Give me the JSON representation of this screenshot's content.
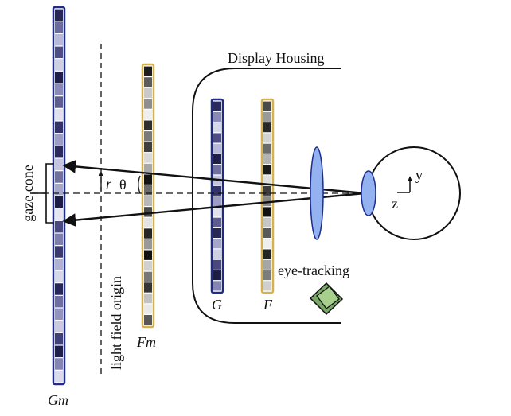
{
  "labels": {
    "display_housing": "Display Housing",
    "gaze_cone": "gaze cone",
    "light_field_origin": "light field origin",
    "eye_tracking": "eye-tracking",
    "r": "r",
    "theta": "θ",
    "y_axis": "y",
    "z_axis": "z",
    "gm": "Gm",
    "fm": "Fm",
    "g": "G",
    "f": "F"
  },
  "colors": {
    "blue_frame": "#1f2a8a",
    "gold_frame": "#d4b44a",
    "lens_fill": "#93b2ef",
    "lens_stroke": "#1b2e8f",
    "tracker_fill": "#a8d08d",
    "line": "#111111"
  },
  "panels": [
    {
      "id": "gm",
      "frame": "blue",
      "cells": [
        "#272755",
        "#6a6a9c",
        "#b8b8d8",
        "#4e4e84",
        "#cfcfe4",
        "#1e1e48",
        "#8a8ab8",
        "#5d5d90",
        "#e1e1ee",
        "#33336a",
        "#9c9cc4",
        "#2a2a5c",
        "#c4c4de",
        "#70709f",
        "#a6a6ca",
        "#1c1c44",
        "#e6e6f2",
        "#494980",
        "#7f7fae",
        "#3a3a70",
        "#b0b0d2",
        "#d7d7ea",
        "#262658",
        "#6e6ea2",
        "#9393bf",
        "#c9c9e2",
        "#41417a",
        "#1f1f4c",
        "#8585b4",
        "#dadaec"
      ]
    },
    {
      "id": "fm",
      "frame": "gold",
      "cells": [
        "#1d1d1d",
        "#5c5c5c",
        "#c9c9c9",
        "#8f8f8f",
        "#eeeeee",
        "#2e2e2e",
        "#7a7a7a",
        "#3f3f3f",
        "#d9d9d9",
        "#a8a8a8",
        "#141414",
        "#6b6b6b",
        "#b8b8b8",
        "#4a4a4a",
        "#e3e3e3",
        "#262626",
        "#999999",
        "#111111",
        "#d0d0d0",
        "#777777",
        "#363636",
        "#c2c2c2",
        "#e9e9e9",
        "#585858"
      ]
    },
    {
      "id": "g",
      "frame": "blue",
      "cells": [
        "#2a2a5c",
        "#8a8ab8",
        "#d7d7ea",
        "#4e4e84",
        "#b8b8d8",
        "#1e1e48",
        "#70709f",
        "#c4c4de",
        "#33336a",
        "#9c9cc4",
        "#e1e1ee",
        "#5d5d90",
        "#272755",
        "#a6a6ca",
        "#cfcfe4",
        "#494980",
        "#1c1c44",
        "#8585b4"
      ]
    },
    {
      "id": "f",
      "frame": "gold",
      "cells": [
        "#4a4a4a",
        "#9a9a9a",
        "#2a2a2a",
        "#d4d4d4",
        "#6b6b6b",
        "#b3b3b3",
        "#1b1b1b",
        "#e0e0e0",
        "#3d3d3d",
        "#8a8a8a",
        "#121212",
        "#c7c7c7",
        "#5a5a5a",
        "#efefef",
        "#242424",
        "#a5a5a5",
        "#7c7c7c",
        "#cfcfcf"
      ]
    }
  ]
}
